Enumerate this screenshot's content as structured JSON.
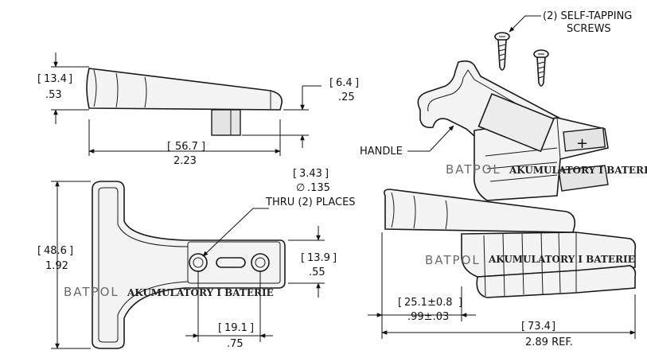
{
  "labels": {
    "screws_line1": "(2) SELF-TAPPING",
    "screws_line2": "SCREWS",
    "handle": "HANDLE",
    "thru_places": "THRU (2) PLACES",
    "dia_prefix": "∅"
  },
  "watermark": {
    "brand": "BATPOL",
    "tagline": "AKUMULATORY I BATERIE"
  },
  "dimensions": {
    "d_height_mm": "13.4",
    "d_height_in": ".53",
    "d_pin_mm": "6.4",
    "d_pin_in": ".25",
    "d_length_mm": "56.7",
    "d_length_in": "2.23",
    "d_hole_mm": "3.43",
    "d_hole_in": ".135",
    "d_total_h_mm": "48.6",
    "d_total_h_in": "1.92",
    "d_plate_h_mm": "13.9",
    "d_plate_h_in": ".55",
    "d_hole_sp_mm": "19.1",
    "d_hole_sp_in": ".75",
    "d_offset_mm": "25.1±0.8",
    "d_offset_in": ".99±.03",
    "d_ref_mm": "73.4",
    "d_ref_in": "2.89 REF."
  },
  "colors": {
    "line": "#1a1a1a",
    "part_fill": "#f3f3f3",
    "watermark": "#6a6a6a"
  }
}
